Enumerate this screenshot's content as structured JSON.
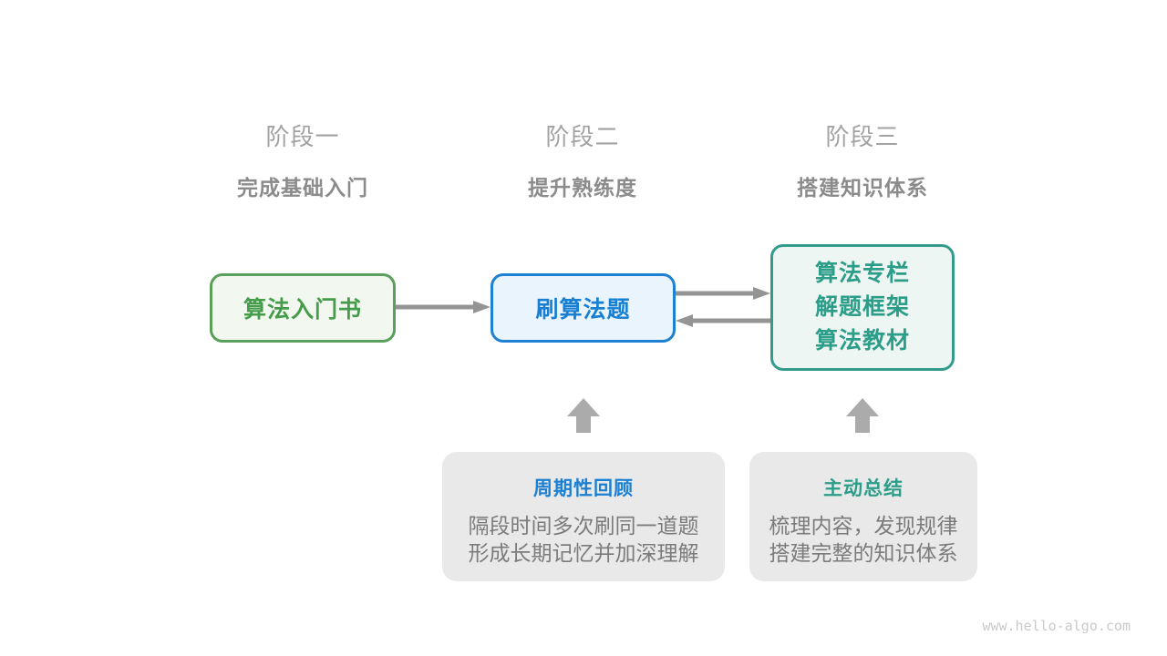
{
  "stages": [
    {
      "label": "阶段一",
      "subtitle": "完成基础入门"
    },
    {
      "label": "阶段二",
      "subtitle": "提升熟练度"
    },
    {
      "label": "阶段三",
      "subtitle": "搭建知识体系"
    }
  ],
  "nodes": {
    "intro_book": {
      "label": "算法入门书"
    },
    "practice": {
      "label": "刷算法题"
    },
    "resources": {
      "lines": [
        "算法专栏",
        "解题框架",
        "算法教材"
      ]
    }
  },
  "notes": [
    {
      "title": "周期性回顾",
      "lines": [
        "隔段时间多次刷同一道题",
        "形成长期记忆并加深理解"
      ]
    },
    {
      "title": "主动总结",
      "lines": [
        "梳理内容，发现规律",
        "搭建完整的知识体系"
      ]
    }
  ],
  "icons": {
    "arrow_stage1_stage2": "right-arrow-icon",
    "arrow_stage2_stage3": "right-arrow-icon",
    "arrow_stage3_stage2": "left-arrow-icon",
    "up_arrow_review": "up-block-arrow-icon",
    "up_arrow_summary": "up-block-arrow-icon"
  },
  "colors": {
    "node_green_border": "#5aa05a",
    "node_green_text": "#459c4b",
    "node_green_bg": "#f2f8ef",
    "node_blue_border": "#1e80d2",
    "node_blue_text": "#187fd2",
    "node_blue_bg": "#e9f4fc",
    "node_teal_border": "#339a8c",
    "node_teal_text": "#2b9d89",
    "node_teal_bg": "#edf6f2",
    "note_bg": "#e9e9e9",
    "note_body_text": "#7b7b7b",
    "stage_label_text": "#a2a2a2",
    "stage_subtitle_text": "#8b8b8b",
    "arrow_gray": "#949494",
    "up_arrow_gray": "#ababab",
    "watermark_text": "#c9c9c9"
  },
  "watermark": "www.hello-algo.com"
}
